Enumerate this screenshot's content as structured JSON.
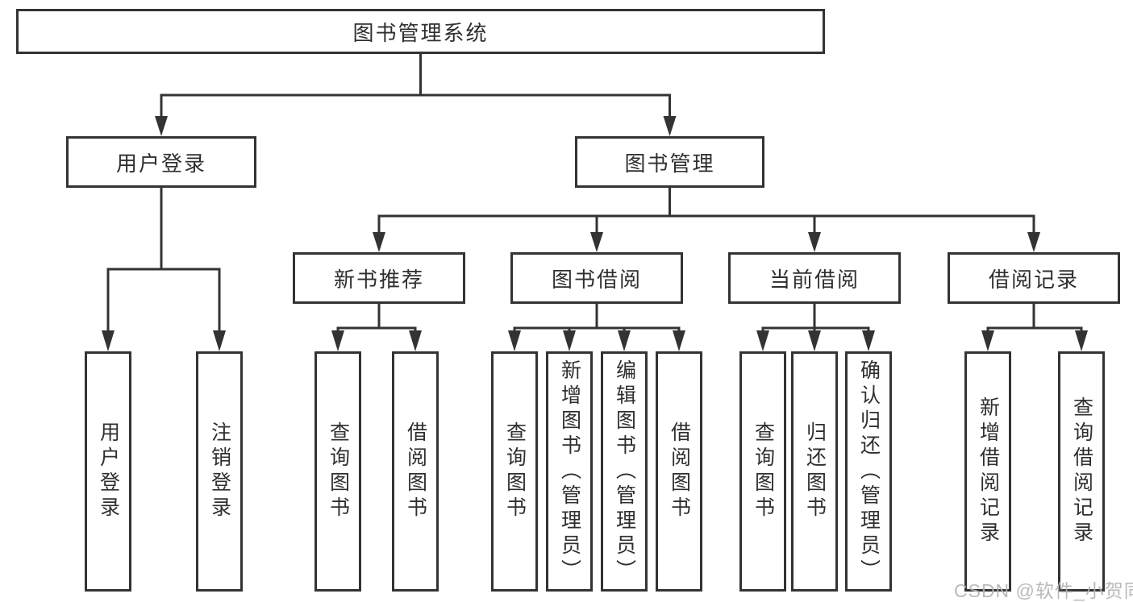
{
  "diagram": {
    "title": "图书管理系统",
    "tree": {
      "root": {
        "label": "图书管理系统"
      },
      "level2": [
        {
          "label": "用户登录",
          "leaves": [
            "用户登录",
            "注销登录"
          ]
        },
        {
          "label": "图书管理",
          "children": [
            {
              "label": "新书推荐",
              "leaves": [
                "查询图书",
                "借阅图书"
              ]
            },
            {
              "label": "图书借阅",
              "leaves": [
                "查询图书",
                "新增图书（管理员）",
                "编辑图书（管理员）",
                "借阅图书"
              ]
            },
            {
              "label": "当前借阅",
              "leaves": [
                "查询图书",
                "归还图书",
                "确认归还（管理员）"
              ]
            },
            {
              "label": "借阅记录",
              "leaves": [
                "新增借阅记录",
                "查询借阅记录"
              ]
            }
          ]
        }
      ]
    },
    "watermark": "CSDN @软件_小贺同学",
    "colors": {
      "line": "#333333",
      "text": "#2f2f2f",
      "watermark": "#b3b3b3",
      "background": "#ffffff"
    }
  }
}
